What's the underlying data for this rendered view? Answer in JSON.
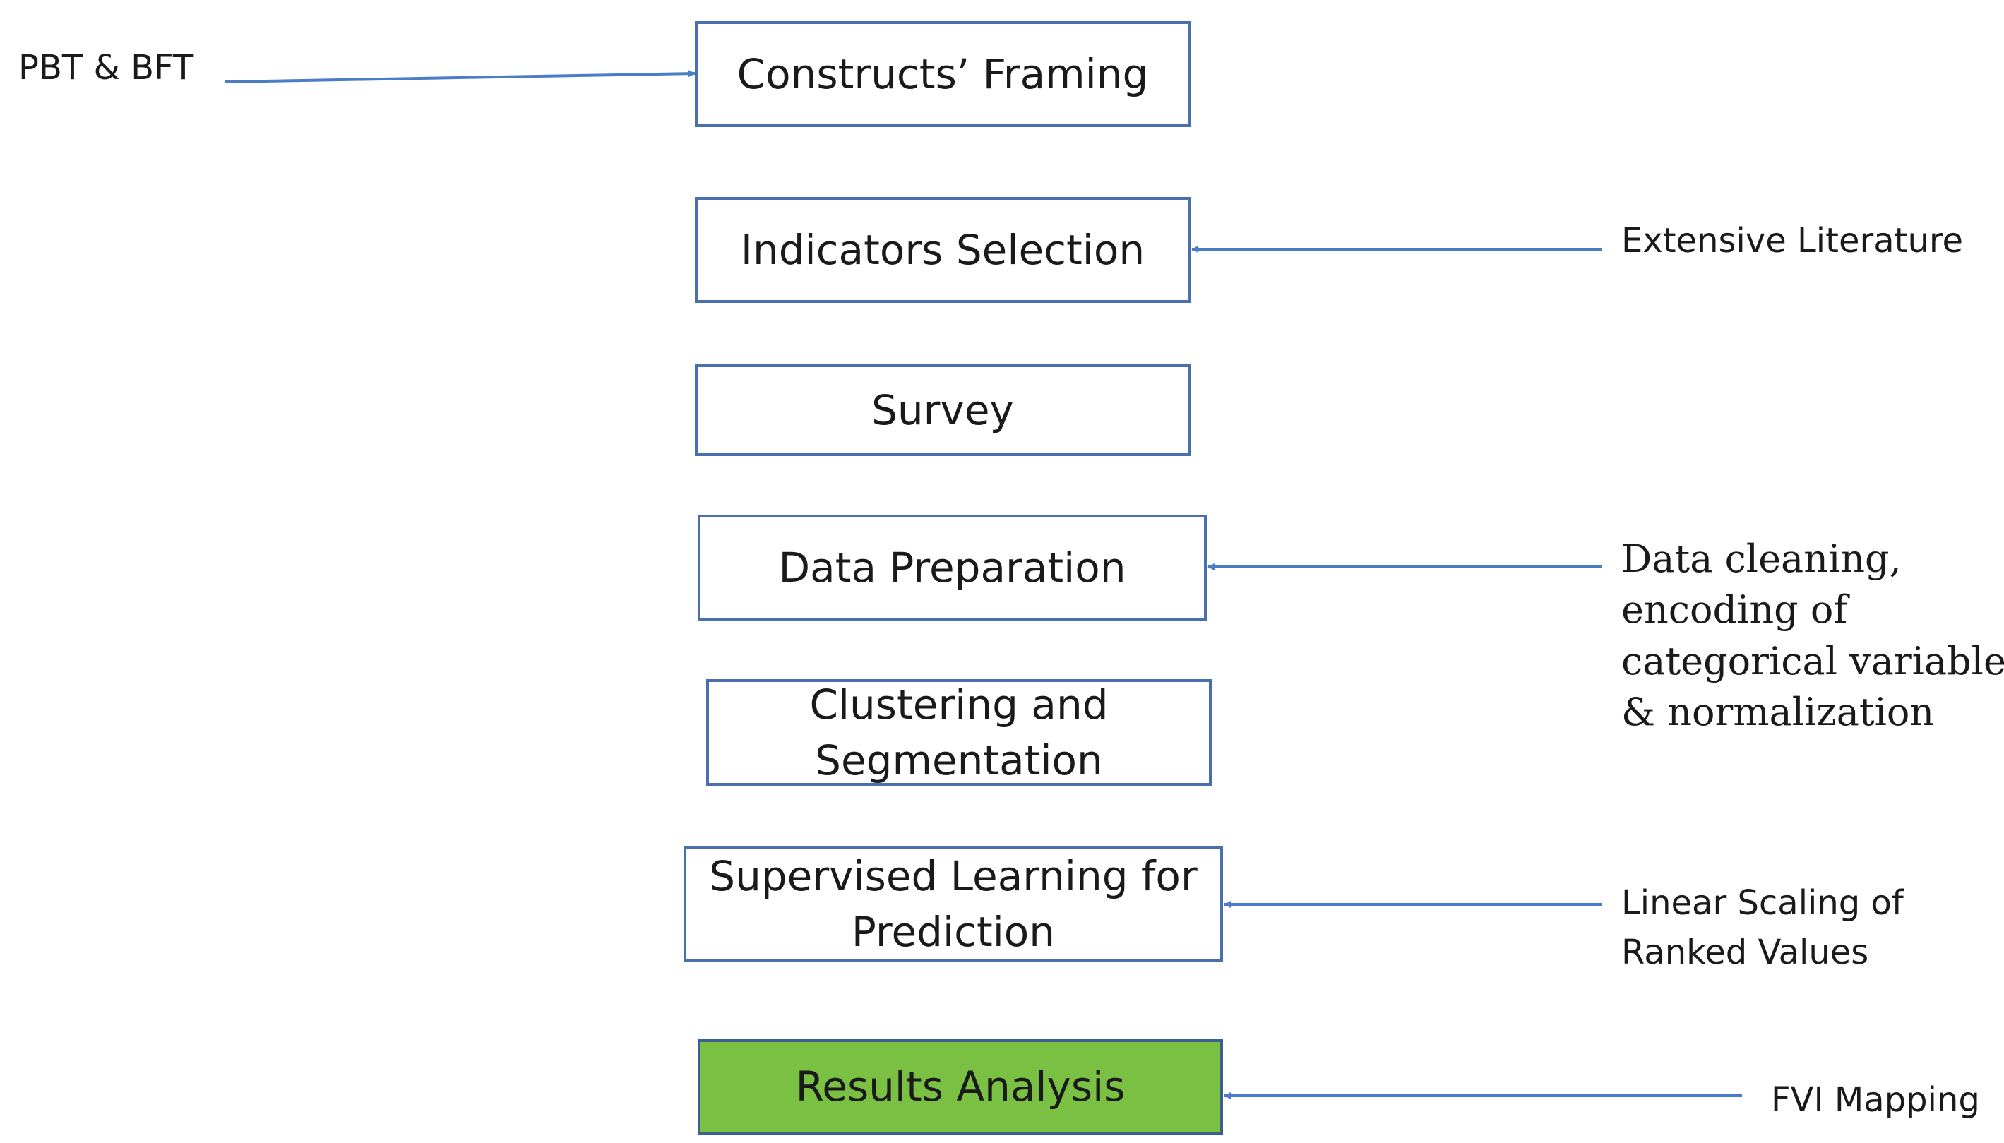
{
  "steps": {
    "constructs_framing": "Constructs’ Framing",
    "indicators_selection": "Indicators Selection",
    "survey": "Survey",
    "data_preparation": "Data Preparation",
    "clustering_line1": "Clustering and",
    "clustering_line2": "Segmentation",
    "supervised_line1": "Supervised Learning for",
    "supervised_line2": "Prediction",
    "results_analysis": "Results Analysis"
  },
  "inputs": {
    "pbt_bft": "PBT & BFT",
    "extensive_literature": "Extensive Literature",
    "data_cleaning_line1": "Data cleaning,",
    "data_cleaning_line2": "encoding of",
    "data_cleaning_line3": "categorical variables",
    "data_cleaning_line4": "& normalization",
    "linear_scaling_line1": "Linear Scaling of",
    "linear_scaling_line2": "Ranked Values",
    "fvi_mapping": "FVI Mapping"
  },
  "colors": {
    "box_border": "#4a6fb0",
    "arrow": "#4a7cc7",
    "results_fill": "#7ac143"
  }
}
